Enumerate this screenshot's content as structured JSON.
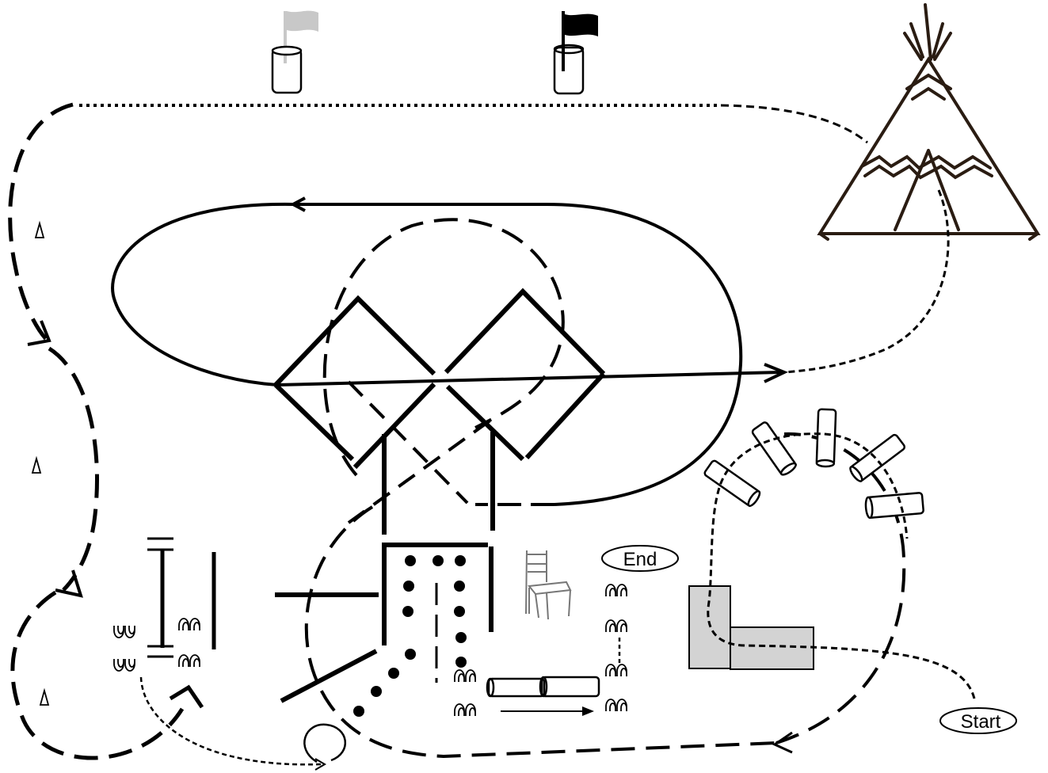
{
  "course": {
    "start_label": "Start",
    "end_label": "End"
  },
  "legend_symbols": {
    "jump_pair_up": "ᴥᴥ",
    "pylon": "Δ"
  },
  "colors": {
    "ink": "#000000",
    "teepee": "#2a1c12",
    "box_fill": "#d3d3d3",
    "flag_light": "#c8c8c8",
    "flag_dark": "#000000"
  },
  "icons": [
    "teepee-icon",
    "chair-icon",
    "flag-icon",
    "barrel-icon",
    "log-icon",
    "pylon-icon",
    "arches-icon"
  ]
}
